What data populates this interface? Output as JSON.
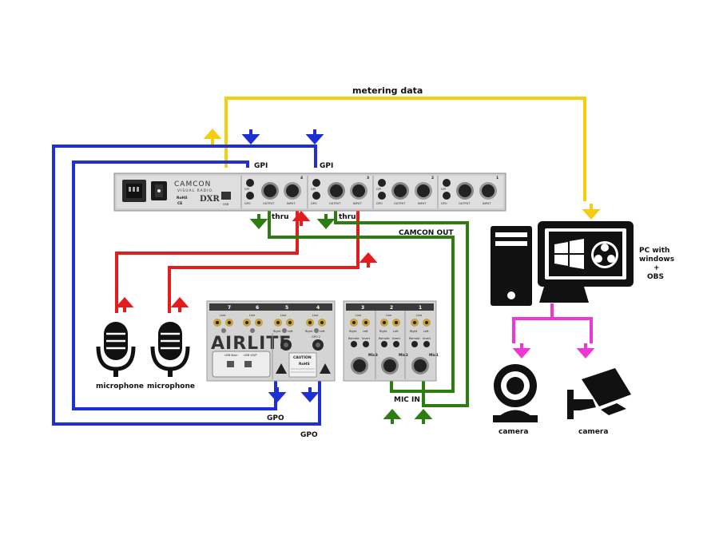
{
  "colors": {
    "metering": "#f5cc10",
    "gpi": "#1e2fd6",
    "thru": "#e41c1c",
    "camcon_out": "#2e7d12",
    "camera": "#ee38d4"
  },
  "labels": {
    "metering_data": "metering data",
    "gpi_1": "GPI",
    "gpi_2": "GPI",
    "thru_1": "thru",
    "thru_2": "thru",
    "camcon_out": "CAMCON OUT",
    "mic_in": "MIC IN",
    "gpo_1": "GPO",
    "gpo_2": "GPO",
    "pc_line1": "PC with",
    "pc_line2": "windows",
    "pc_line3": "+",
    "pc_line4": "OBS",
    "microphone_1": "microphone",
    "microphone_2": "microphone",
    "camera_1": "camera",
    "camera_2": "camera"
  },
  "camcon_panel": {
    "brand": "CAMCON",
    "subtitle": "VISUAL RADIO",
    "logo": "DXR",
    "rohs": "RoHS",
    "usb": "USB",
    "channels": [
      "4",
      "3",
      "2",
      "1"
    ],
    "gpi": "GPI",
    "gpo": "GPO",
    "output": "OUTPUT",
    "input": "INPUT"
  },
  "airlite_panel": {
    "brand": "AIRLITE",
    "channels": [
      "7",
      "6",
      "5",
      "4"
    ],
    "line": "Line",
    "right": "Right",
    "left": "Left",
    "usb_main": "USB Main",
    "usb_voip": "USB VOIP",
    "gpo_a": "GPO 1",
    "gpo_b": "GPO 2",
    "caution": "CAUTION",
    "rohs": "RoHS"
  },
  "mic_panel": {
    "channels": [
      "3",
      "2",
      "1"
    ],
    "mic_labels": [
      "Mic3",
      "Mic2",
      "Mic1"
    ],
    "line": "Line",
    "right": "Right",
    "left": "Left",
    "remote": "Remote",
    "insert": "Insert"
  },
  "icons": {
    "pc": "desktop-pc-icon",
    "windows": "windows-logo-icon",
    "obs": "obs-logo-icon",
    "webcam": "webcam-icon",
    "cctv": "cctv-camera-icon",
    "microphone": "microphone-icon"
  }
}
